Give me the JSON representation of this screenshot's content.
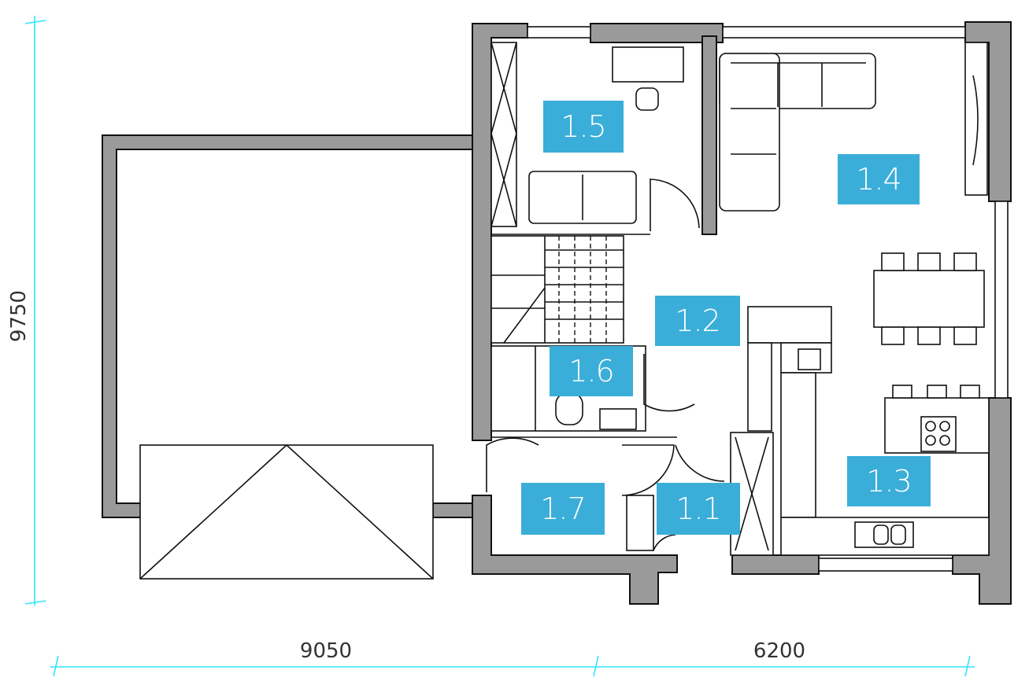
{
  "rooms": [
    {
      "id": "1.1",
      "label": "1.1"
    },
    {
      "id": "1.2",
      "label": "1.2"
    },
    {
      "id": "1.3",
      "label": "1.3"
    },
    {
      "id": "1.4",
      "label": "1.4"
    },
    {
      "id": "1.5",
      "label": "1.5"
    },
    {
      "id": "1.6",
      "label": "1.6"
    },
    {
      "id": "1.7",
      "label": "1.7"
    }
  ],
  "dimensions": {
    "height": "9750",
    "width_left": "9050",
    "width_right": "6200"
  },
  "colors": {
    "label_bg": "#3aaed8",
    "dimension_line": "#2fe3ff",
    "wall_fill": "#9a9a9a"
  }
}
